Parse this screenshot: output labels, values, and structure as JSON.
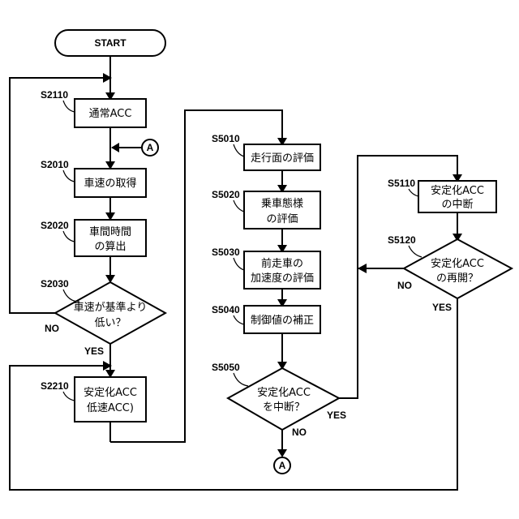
{
  "start": "START",
  "steps": {
    "s2110": {
      "id": "S2110",
      "lines": [
        "通常ACC"
      ]
    },
    "s2010": {
      "id": "S2010",
      "lines": [
        "車速の取得"
      ]
    },
    "s2020": {
      "id": "S2020",
      "lines": [
        "車間時間",
        "の算出"
      ]
    },
    "s2030": {
      "id": "S2030",
      "lines": [
        "車速が基準より",
        "低い？"
      ]
    },
    "s2210": {
      "id": "S2210",
      "lines": [
        "安定化ACC",
        "低速ACC)"
      ]
    },
    "s5010": {
      "id": "S5010",
      "lines": [
        "走行面の評価"
      ]
    },
    "s5020": {
      "id": "S5020",
      "lines": [
        "乗車態様",
        "の評価"
      ]
    },
    "s5030": {
      "id": "S5030",
      "lines": [
        "前走車の",
        "加速度の評価"
      ]
    },
    "s5040": {
      "id": "S5040",
      "lines": [
        "制御値の補正"
      ]
    },
    "s5050": {
      "id": "S5050",
      "lines": [
        "安定化ACC",
        "を中断？"
      ]
    },
    "s5110": {
      "id": "S5110",
      "lines": [
        "安定化ACC",
        "の中断"
      ]
    },
    "s5120": {
      "id": "S5120",
      "lines": [
        "安定化ACC",
        "の再開？"
      ]
    }
  },
  "connector": "A",
  "edge_labels": {
    "s2030_no": "NO",
    "s2030_yes": "YES",
    "s5050_yes": "YES",
    "s5050_no": "NO",
    "s5120_no": "NO",
    "s5120_yes": "YES"
  }
}
